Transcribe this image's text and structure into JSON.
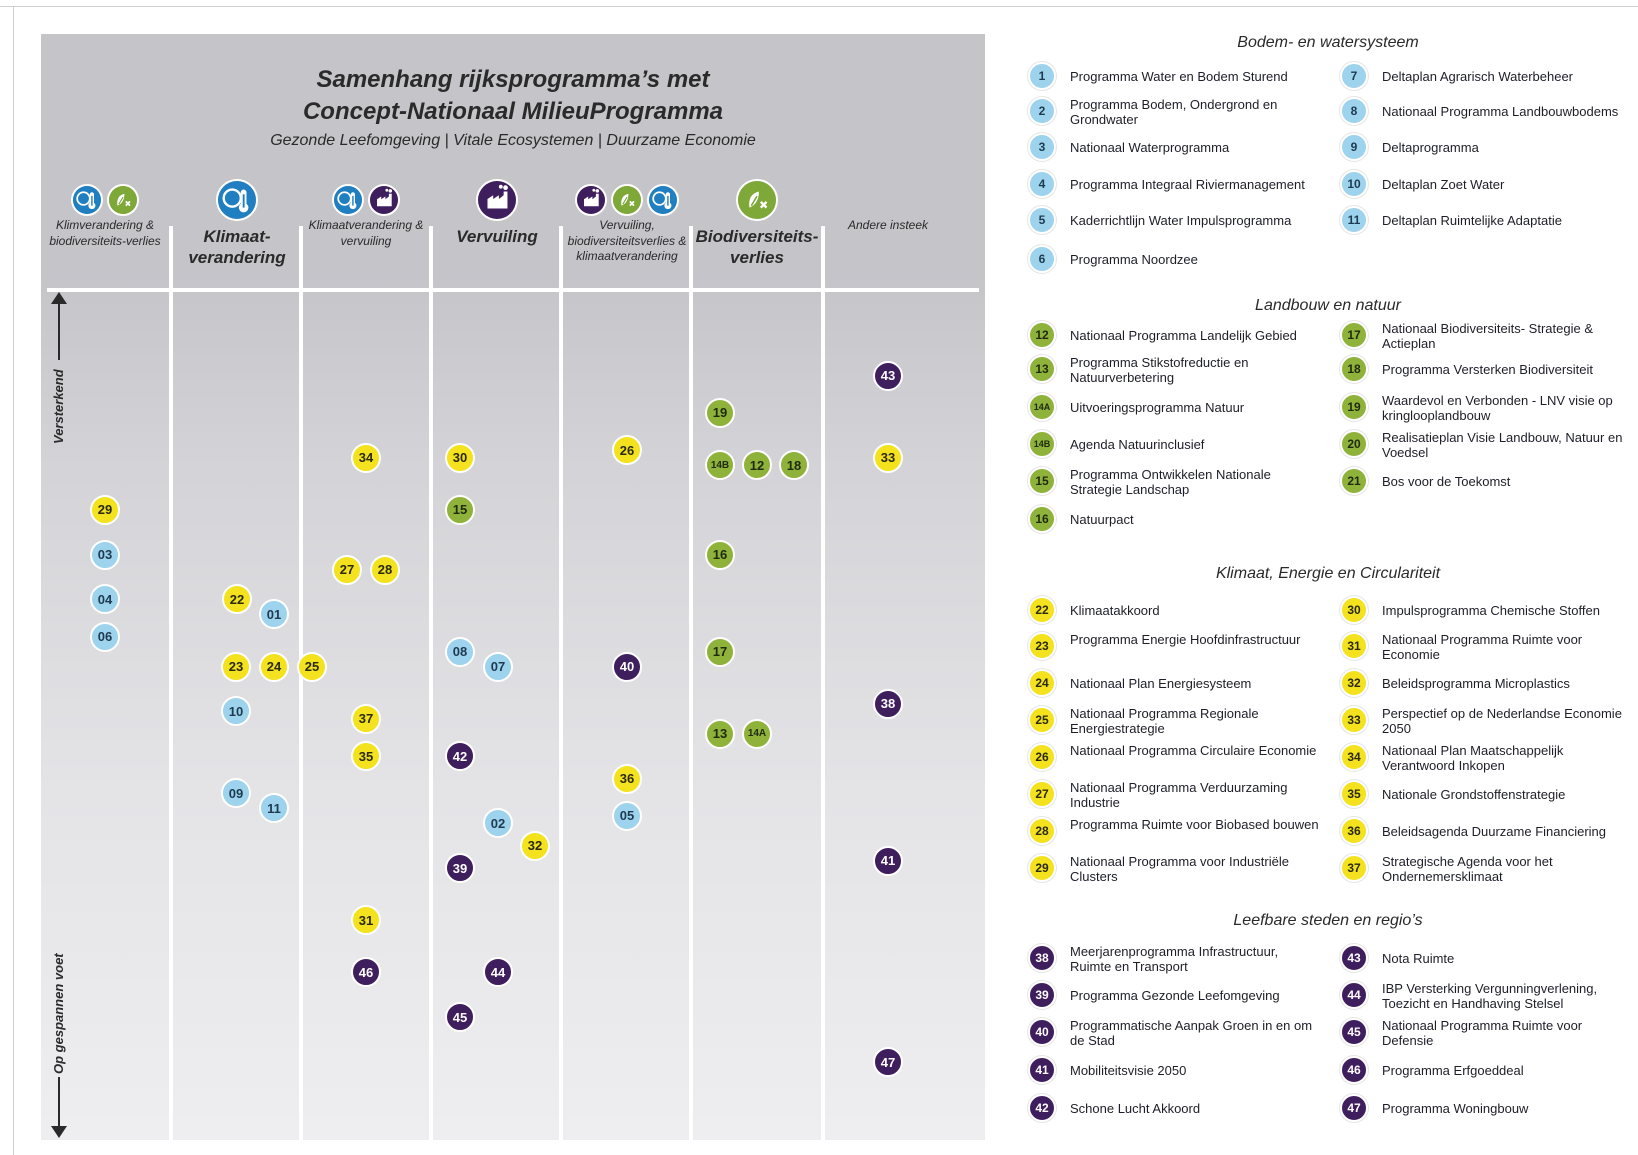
{
  "header": {
    "title_line1": "Samenhang rijksprogramma’s met",
    "title_line2": "Concept-Nationaal MilieuProgramma",
    "subtitle": "Gezonde Leefomgeving  |  Vitale Ecosystemen  |  Duurzame Economie"
  },
  "columns": [
    {
      "label": "Klimverandering & biodiversiteits-verlies",
      "icons": [
        "climate-thermometer-icon",
        "biodiversity-leaf-icon"
      ]
    },
    {
      "label": "Klimaat-verandering",
      "icons": [
        "climate-thermometer-icon"
      ]
    },
    {
      "label": "Klimaatverandering & vervuiling",
      "icons": [
        "climate-thermometer-icon",
        "pollution-factory-icon"
      ]
    },
    {
      "label": "Vervuiling",
      "icons": [
        "pollution-factory-icon"
      ]
    },
    {
      "label": "Vervuiling, biodiversiteitsverlies & klimaatverandering",
      "icons": [
        "pollution-factory-icon",
        "biodiversity-leaf-icon",
        "climate-thermometer-icon"
      ]
    },
    {
      "label": "Biodiversiteits-verlies",
      "icons": [
        "biodiversity-leaf-icon"
      ]
    },
    {
      "label": "Andere insteek",
      "icons": []
    }
  ],
  "axis": {
    "top_label": "Versterkend",
    "bottom_label": "Op gespannen voet"
  },
  "colors": {
    "blue": "#9dd3ec",
    "green": "#8fb23a",
    "yellow": "#f4e21f",
    "purple": "#3f1e5e",
    "panel": "#c4c4c9",
    "icon_blue": "#1f7fc1",
    "icon_green": "#7ea838",
    "icon_purple": "#3f1e5e"
  },
  "nodes": [
    {
      "label": "29",
      "color": "yellow",
      "col": 0,
      "strength": 0.74
    },
    {
      "label": "03",
      "color": "blue",
      "col": 0,
      "strength": 0.68
    },
    {
      "label": "04",
      "color": "blue",
      "col": 0,
      "strength": 0.62
    },
    {
      "label": "06",
      "color": "blue",
      "col": 0,
      "strength": 0.57
    },
    {
      "label": "22",
      "color": "yellow",
      "col": 1,
      "strength": 0.62
    },
    {
      "label": "01",
      "color": "blue",
      "col": 1,
      "strength": 0.6
    },
    {
      "label": "23",
      "color": "yellow",
      "col": 1,
      "strength": 0.53
    },
    {
      "label": "24",
      "color": "yellow",
      "col": 1,
      "strength": 0.53
    },
    {
      "label": "25",
      "color": "yellow",
      "col": 1,
      "strength": 0.53
    },
    {
      "label": "10",
      "color": "blue",
      "col": 1,
      "strength": 0.47
    },
    {
      "label": "09",
      "color": "blue",
      "col": 1,
      "strength": 0.36
    },
    {
      "label": "11",
      "color": "blue",
      "col": 1,
      "strength": 0.34
    },
    {
      "label": "34",
      "color": "yellow",
      "col": 2,
      "strength": 0.81
    },
    {
      "label": "27",
      "color": "yellow",
      "col": 2,
      "strength": 0.66
    },
    {
      "label": "28",
      "color": "yellow",
      "col": 2,
      "strength": 0.66
    },
    {
      "label": "37",
      "color": "yellow",
      "col": 2,
      "strength": 0.46
    },
    {
      "label": "35",
      "color": "yellow",
      "col": 2,
      "strength": 0.41
    },
    {
      "label": "31",
      "color": "yellow",
      "col": 2,
      "strength": 0.19
    },
    {
      "label": "46",
      "color": "purple",
      "col": 2,
      "strength": 0.12
    },
    {
      "label": "30",
      "color": "yellow",
      "col": 3,
      "strength": 0.81
    },
    {
      "label": "15",
      "color": "green",
      "col": 3,
      "strength": 0.74
    },
    {
      "label": "08",
      "color": "blue",
      "col": 3,
      "strength": 0.55
    },
    {
      "label": "07",
      "color": "blue",
      "col": 3,
      "strength": 0.53
    },
    {
      "label": "42",
      "color": "purple",
      "col": 3,
      "strength": 0.41
    },
    {
      "label": "02",
      "color": "blue",
      "col": 3,
      "strength": 0.32
    },
    {
      "label": "32",
      "color": "yellow",
      "col": 3,
      "strength": 0.29
    },
    {
      "label": "39",
      "color": "purple",
      "col": 3,
      "strength": 0.26
    },
    {
      "label": "44",
      "color": "purple",
      "col": 3,
      "strength": 0.12
    },
    {
      "label": "45",
      "color": "purple",
      "col": 3,
      "strength": 0.06
    },
    {
      "label": "26",
      "color": "yellow",
      "col": 4,
      "strength": 0.82
    },
    {
      "label": "40",
      "color": "purple",
      "col": 4,
      "strength": 0.53
    },
    {
      "label": "36",
      "color": "yellow",
      "col": 4,
      "strength": 0.38
    },
    {
      "label": "05",
      "color": "blue",
      "col": 4,
      "strength": 0.33
    },
    {
      "label": "19",
      "color": "green",
      "col": 5,
      "strength": 0.87
    },
    {
      "label": "14B",
      "color": "green",
      "col": 5,
      "strength": 0.8
    },
    {
      "label": "12",
      "color": "green",
      "col": 5,
      "strength": 0.8
    },
    {
      "label": "18",
      "color": "green",
      "col": 5,
      "strength": 0.8
    },
    {
      "label": "16",
      "color": "green",
      "col": 5,
      "strength": 0.68
    },
    {
      "label": "17",
      "color": "green",
      "col": 5,
      "strength": 0.55
    },
    {
      "label": "13",
      "color": "green",
      "col": 5,
      "strength": 0.44
    },
    {
      "label": "14A",
      "color": "green",
      "col": 5,
      "strength": 0.44
    },
    {
      "label": "43",
      "color": "purple",
      "col": 6,
      "strength": 0.92
    },
    {
      "label": "33",
      "color": "yellow",
      "col": 6,
      "strength": 0.81
    },
    {
      "label": "38",
      "color": "purple",
      "col": 6,
      "strength": 0.48
    },
    {
      "label": "41",
      "color": "purple",
      "col": 6,
      "strength": 0.27
    },
    {
      "label": "47",
      "color": "purple",
      "col": 6,
      "strength": 0.0
    }
  ],
  "legend": [
    {
      "heading": "Bodem- en watersysteem",
      "color": "blue",
      "left": [
        [
          "1",
          "Programma Water en Bodem Sturend"
        ],
        [
          "2",
          "Programma Bodem, Ondergrond en Grondwater"
        ],
        [
          "3",
          "Nationaal Waterprogramma"
        ],
        [
          "4",
          "Programma Integraal Riviermanagement"
        ],
        [
          "5",
          "Kaderrichtlijn Water Impulsprogramma"
        ],
        [
          "6",
          "Programma Noordzee"
        ]
      ],
      "right": [
        [
          "7",
          "Deltaplan Agrarisch Waterbeheer"
        ],
        [
          "8",
          "Nationaal Programma Landbouwbodems"
        ],
        [
          "9",
          "Deltaprogramma"
        ],
        [
          "10",
          "Deltaplan Zoet Water"
        ],
        [
          "11",
          "Deltaplan Ruimtelijke Adaptatie"
        ]
      ]
    },
    {
      "heading": "Landbouw en natuur",
      "color": "green",
      "left": [
        [
          "12",
          "Nationaal Programma Landelijk Gebied"
        ],
        [
          "13",
          "Programma Stikstofreductie en Natuurverbetering"
        ],
        [
          "14A",
          "Uitvoeringsprogramma Natuur"
        ],
        [
          "14B",
          "Agenda Natuurinclusief"
        ],
        [
          "15",
          "Programma Ontwikkelen Nationale Strategie Landschap"
        ],
        [
          "16",
          "Natuurpact"
        ]
      ],
      "right": [
        [
          "17",
          "Nationaal Biodiversiteits- Strategie & Actieplan"
        ],
        [
          "18",
          "Programma Versterken Biodiversiteit"
        ],
        [
          "19",
          "Waardevol en Verbonden - LNV visie op kringlooplandbouw"
        ],
        [
          "20",
          "Realisatieplan Visie Landbouw, Natuur en Voedsel"
        ],
        [
          "21",
          "Bos voor de Toekomst"
        ]
      ]
    },
    {
      "heading": "Klimaat, Energie en Circulariteit",
      "color": "yellow",
      "left": [
        [
          "22",
          "Klimaatakkoord"
        ],
        [
          "23",
          "Programma Energie Hoofdinfrastructuur"
        ],
        [
          "24",
          "Nationaal Plan Energiesysteem"
        ],
        [
          "25",
          "Nationaal Programma Regionale Energiestrategie"
        ],
        [
          "26",
          "Nationaal Programma Circulaire Economie"
        ],
        [
          "27",
          "Nationaal Programma Verduurzaming Industrie"
        ],
        [
          "28",
          "Programma Ruimte voor Biobased bouwen"
        ],
        [
          "29",
          "Nationaal Programma voor Industriële Clusters"
        ]
      ],
      "right": [
        [
          "30",
          "Impulsprogramma Chemische Stoffen"
        ],
        [
          "31",
          "Nationaal Programma Ruimte voor Economie"
        ],
        [
          "32",
          "Beleidsprogramma Microplastics"
        ],
        [
          "33",
          "Perspectief op de Nederlandse Economie 2050"
        ],
        [
          "34",
          "Nationaal Plan Maatschappelijk Verantwoord Inkopen"
        ],
        [
          "35",
          "Nationale Grondstoffenstrategie"
        ],
        [
          "36",
          "Beleidsagenda Duurzame Financiering"
        ],
        [
          "37",
          "Strategische Agenda voor het Ondernemersklimaat"
        ]
      ]
    },
    {
      "heading": "Leefbare steden en regio’s",
      "color": "purple",
      "left": [
        [
          "38",
          "Meerjarenprogramma Infrastructuur, Ruimte en Transport"
        ],
        [
          "39",
          "Programma Gezonde Leefomgeving"
        ],
        [
          "40",
          "Programmatische Aanpak Groen in en om de Stad"
        ],
        [
          "41",
          "Mobiliteitsvisie 2050"
        ],
        [
          "42",
          "Schone Lucht Akkoord"
        ]
      ],
      "right": [
        [
          "43",
          "Nota Ruimte"
        ],
        [
          "44",
          "IBP Versterking Vergunningverlening, Toezicht en Handhaving Stelsel"
        ],
        [
          "45",
          "Nationaal Programma Ruimte voor Defensie"
        ],
        [
          "46",
          "Programma Erfgoeddeal"
        ],
        [
          "47",
          "Programma Woningbouw"
        ]
      ]
    }
  ]
}
